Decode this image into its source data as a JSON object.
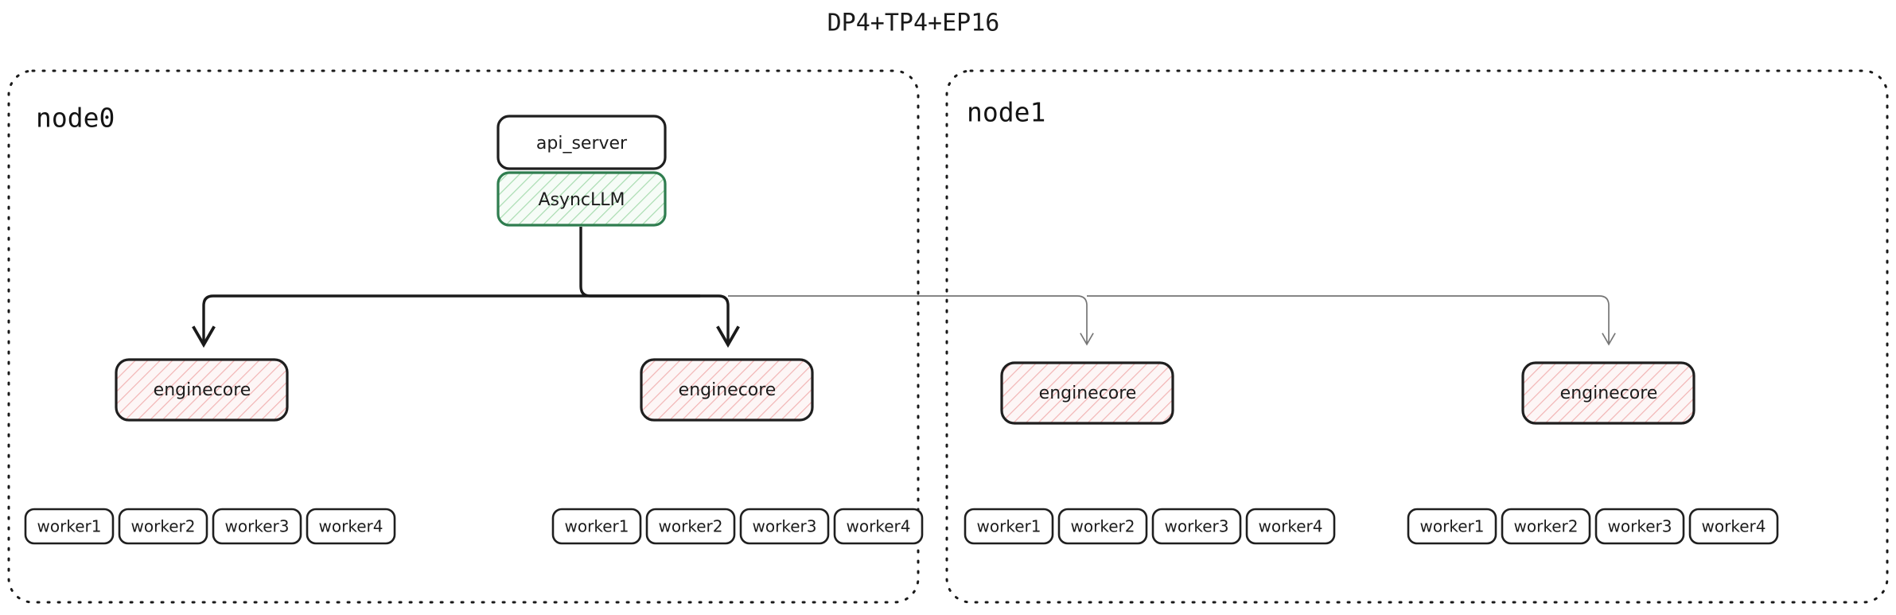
{
  "diagram": {
    "title": "DP4+TP4+EP16",
    "colors": {
      "background": "#ffffff",
      "border_dark": "#1a1a1a",
      "edge_dark": "#1a1a1a",
      "edge_light": "#767676",
      "green_hatch": "#a8dcb0",
      "green_border": "#2f7d4f",
      "green_fill": "#f4fbf5",
      "pink_hatch": "#f2b4b4",
      "pink_fill": "#fdf4f4"
    },
    "nodes": [
      {
        "id": "node0",
        "label": "node0",
        "top_boxes": [
          {
            "id": "api_server",
            "label": "api_server",
            "style": "plain"
          },
          {
            "id": "async_llm",
            "label": "AsyncLLM",
            "style": "green-hatch"
          }
        ],
        "engines": [
          {
            "id": "node0-engine0",
            "label": "enginecore",
            "style": "pink-hatch",
            "edge_style": "dark",
            "workers": [
              {
                "label": "worker1"
              },
              {
                "label": "worker2"
              },
              {
                "label": "worker3"
              },
              {
                "label": "worker4"
              }
            ]
          },
          {
            "id": "node0-engine1",
            "label": "enginecore",
            "style": "pink-hatch",
            "edge_style": "dark",
            "workers": [
              {
                "label": "worker1"
              },
              {
                "label": "worker2"
              },
              {
                "label": "worker3"
              },
              {
                "label": "worker4"
              }
            ]
          }
        ]
      },
      {
        "id": "node1",
        "label": "node1",
        "top_boxes": [],
        "engines": [
          {
            "id": "node1-engine0",
            "label": "enginecore",
            "style": "pink-hatch",
            "edge_style": "light",
            "workers": [
              {
                "label": "worker1"
              },
              {
                "label": "worker2"
              },
              {
                "label": "worker3"
              },
              {
                "label": "worker4"
              }
            ]
          },
          {
            "id": "node1-engine1",
            "label": "enginecore",
            "style": "pink-hatch",
            "edge_style": "light",
            "workers": [
              {
                "label": "worker1"
              },
              {
                "label": "worker2"
              },
              {
                "label": "worker3"
              },
              {
                "label": "worker4"
              }
            ]
          }
        ]
      }
    ]
  }
}
